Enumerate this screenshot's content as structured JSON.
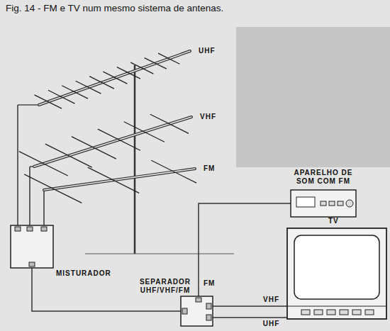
{
  "diagram": {
    "title": "Fig. 14 - FM e TV num mesmo sistema de antenas.",
    "nodes": [
      {
        "text": [
          "UHF"
        ]
      },
      {
        "text": [
          "VHF"
        ]
      },
      {
        "text": [
          "FM"
        ]
      },
      {
        "text": [
          "MISTURADOR"
        ]
      },
      {
        "text": [
          "SEPARADOR UHF/VHF/FM"
        ]
      },
      {
        "text": [
          "APARELHO DE SOM COM FM"
        ]
      },
      {
        "text": [
          "TV"
        ]
      }
    ],
    "edges": [
      {
        "from": 0,
        "to": 3,
        "arrow": "none"
      },
      {
        "from": 1,
        "to": 3,
        "arrow": "none"
      },
      {
        "from": 2,
        "to": 3,
        "arrow": "none"
      },
      {
        "from": 3,
        "to": 4,
        "arrow": "none"
      },
      {
        "from": 4,
        "to": 5,
        "label": "FM",
        "arrow": "none"
      },
      {
        "from": 4,
        "to": 6,
        "label": "VHF",
        "arrow": "none"
      },
      {
        "from": 4,
        "to": 6,
        "label": "UHF",
        "arrow": "none"
      }
    ]
  }
}
